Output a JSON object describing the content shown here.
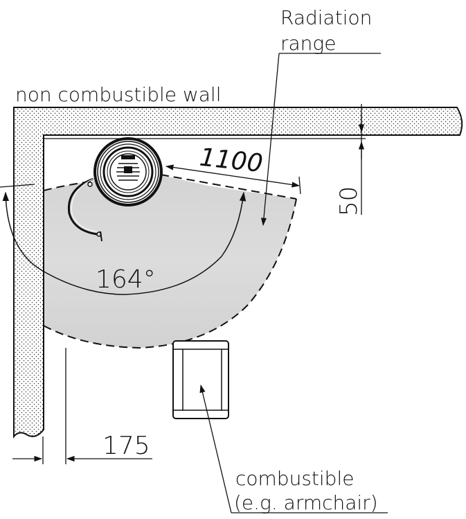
{
  "labels": {
    "radiation_line1": "Radiation",
    "radiation_line2": "range",
    "wall": "non combustible wall",
    "combustible_line1": "combustible",
    "combustible_line2": "(e.g. armchair)"
  },
  "dimensions": {
    "radius": "1100",
    "wall_gap": "50",
    "angle": "164°",
    "side_gap": "175"
  },
  "colors": {
    "stroke": "#111111",
    "radiation_fill": "#d6d6d6",
    "wall_fill": "#ffffff",
    "dot": "#333333"
  },
  "icons": {
    "heater": "stove-top-view-icon",
    "armchair": "armchair-top-view-icon"
  }
}
